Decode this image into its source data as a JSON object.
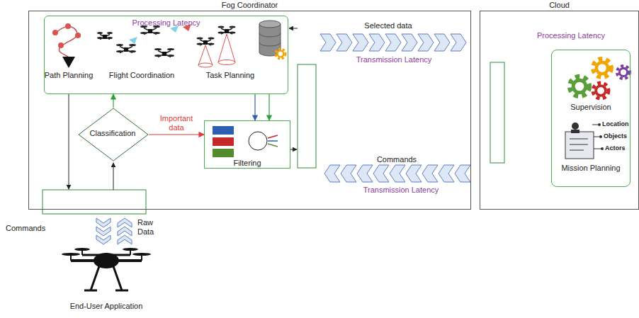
{
  "diagram": {
    "nodes": [
      {
        "text": [
          "Fog Coordinator"
        ]
      },
      {
        "text": [
          "Processing Latency"
        ],
        "in": 0
      },
      {
        "text": [
          "Classification"
        ],
        "in": 0
      },
      {
        "text": [
          "Filtering"
        ],
        "in": 0
      },
      {
        "text": [
          "Cloud"
        ]
      },
      {
        "text": [
          "Processing Latency",
          "Supervision",
          "Mission Planning"
        ],
        "in": 4
      }
    ],
    "edges": [
      {
        "from": 2,
        "to": 3,
        "label": "Important data",
        "arrow": "to"
      },
      {
        "from": 2,
        "to": 1,
        "arrow": "to"
      },
      {
        "from": 1,
        "to": 3,
        "arrow": "to"
      },
      {
        "from": 1,
        "to": 3,
        "arrow": "to"
      }
    ],
    "labels": [
      "Path Planning",
      "Flight Coordination",
      "Task Planning",
      "Selected data",
      "Transmission Latency",
      "Commands",
      "Transmission Latency",
      "Location",
      "Objects",
      "Actors",
      "Commands",
      "Raw Data",
      "End-User Application"
    ]
  }
}
